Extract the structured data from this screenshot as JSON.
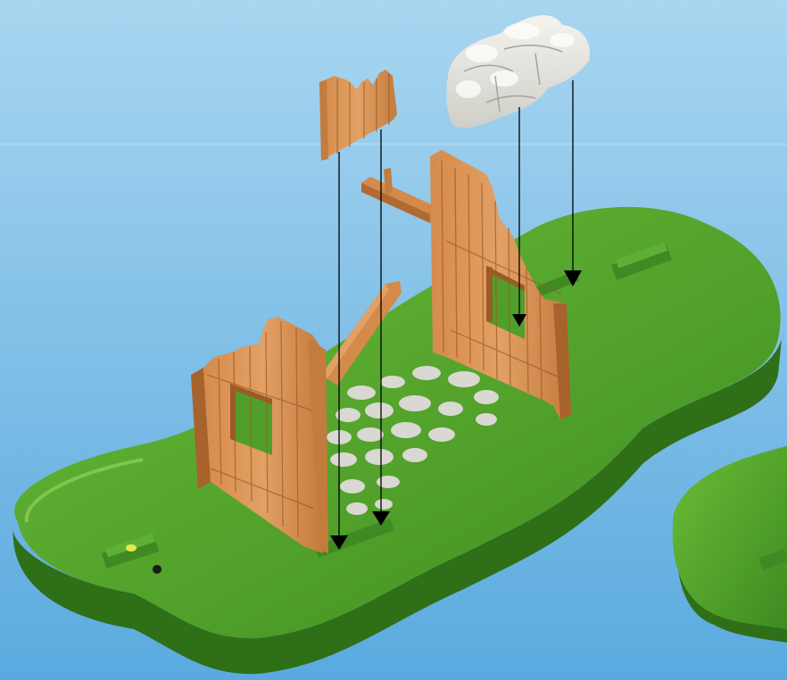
{
  "scene": {
    "colors": {
      "sky_top": "#a9d6f0",
      "sky_bottom": "#5aaadf",
      "grass_light": "#79c541",
      "grass": "#4f9f2a",
      "grass_dark": "#2f6f18",
      "wood_light": "#e7a46a",
      "wood": "#cf8446",
      "wood_dark": "#9c5a27",
      "stone_light": "#f1f0ea",
      "stone": "#d7d6cf",
      "stone_dark": "#a3a29b",
      "path_stone": "#d9d8d2",
      "arrow": "#000000",
      "connector": "#3f8a22",
      "peg_yellow": "#e8e64a"
    },
    "icons": [
      "arrow-down-icon"
    ],
    "parts": [
      "baseplate-left",
      "baseplate-right",
      "wall-left",
      "wall-right",
      "wooden-beam-left",
      "wooden-beam-right",
      "wall-fragment",
      "stone-block"
    ]
  }
}
